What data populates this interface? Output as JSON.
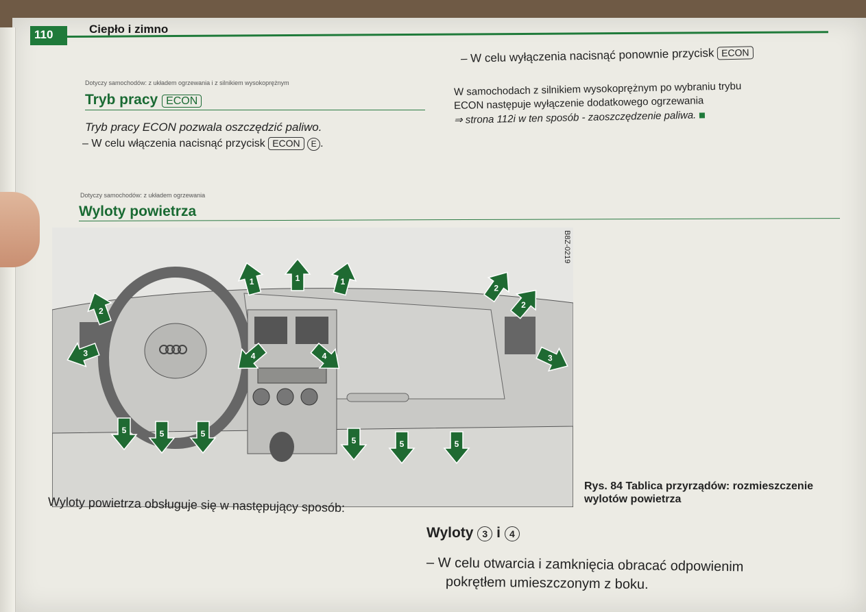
{
  "page": {
    "number": "110",
    "title": "Ciepło i zimno"
  },
  "econ_section": {
    "applies_to": "Dotyczy samochodów: z układem ogrzewania i z silnikiem wysokoprężnym",
    "title": "Tryb pracy",
    "title_key": "ECON",
    "intro": "Tryb pracy ECON pozwala oszczędzić paliwo.",
    "step_on_prefix": "– W celu włączenia nacisnąć przycisk",
    "step_on_key": "ECON",
    "step_on_circle": "E",
    "step_off_prefix": "– W celu wyłączenia nacisnąć ponownie przycisk",
    "step_off_key": "ECON",
    "diesel_note_1": "W samochodach z silnikiem wysokoprężnym po wybraniu trybu",
    "diesel_note_2": "ECON następuje wyłączenie dodatkowego ogrzewania",
    "diesel_note_3": "⇒ strona 112i w ten sposób - zaoszczędzenie paliwa."
  },
  "vents_section": {
    "applies_to": "Dotyczy samochodów: z układem ogrzewania",
    "title": "Wyloty powietrza",
    "figure_code": "B8Z-0219",
    "figure_caption_1": "Rys. 84  Tablica przyrządów: rozmieszczenie",
    "figure_caption_2": "wylotów powietrza",
    "arrow_labels": [
      "1",
      "1",
      "1",
      "2",
      "2",
      "2",
      "3",
      "3",
      "4",
      "4",
      "5",
      "5",
      "5",
      "5",
      "5",
      "5"
    ],
    "intro": "Wyloty powietrza obsługuje się w następujący sposób:",
    "subheading_prefix": "Wyloty",
    "subheading_a": "3",
    "subheading_join": "i",
    "subheading_b": "4",
    "step_1": "– W celu otwarcia i zamknięcia obracać odpowienim",
    "step_2": "pokrętłem umieszczonym z boku."
  },
  "colors": {
    "accent": "#1f7a3a",
    "arrow": "#1f6a32"
  }
}
